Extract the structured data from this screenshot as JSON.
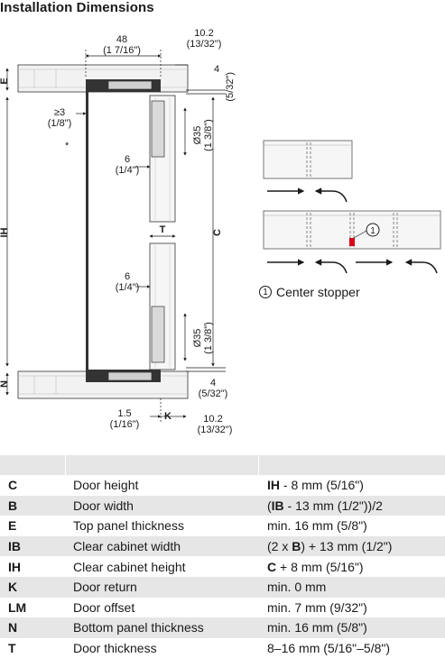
{
  "title": "Installation Dimensions",
  "diagram": {
    "dim_48": "48",
    "dim_48_in": "(1 7/16\")",
    "dim_10_2_top": "10.2",
    "dim_13_32_top": "(13/32\")",
    "dim_4_top": "4",
    "dim_5_32_top": "(5/32\")",
    "dim_ge3": "≥3",
    "dim_1_8": "(1/8\")",
    "asterisk": "*",
    "dim_6_top": "6",
    "dim_1_4_top": "(1/4\")",
    "dim_35_top": "Ø35",
    "dim_13_8_top": "(1 3/8\")",
    "label_E": "E",
    "label_IH": "IH",
    "label_T": "T",
    "label_C": "C",
    "label_N": "N",
    "dim_6_bot": "6",
    "dim_1_4_bot": "(1/4\")",
    "dim_35_bot": "Ø35",
    "dim_13_8_bot": "(1 3/8\")",
    "dim_4_bot": "4",
    "dim_5_32_bot": "(5/32\")",
    "dim_1_5": "1.5",
    "dim_1_16": "(1/16\")",
    "label_K": "K",
    "dim_10_2_bot": "10.2",
    "dim_13_32_bot": "(13/32\")",
    "callout_1": "1"
  },
  "legend": {
    "number": "1",
    "text": "Center stopper"
  },
  "colors": {
    "stopper": "#d6001c",
    "panel_fill": "#f2f2f2",
    "table_shade": "#e6e6e6"
  },
  "table": {
    "rows": [
      {
        "code": "C",
        "desc": "Door height",
        "spec": [
          {
            "b": "IH"
          },
          {
            "t": " - 8 mm (5/16\")"
          }
        ]
      },
      {
        "code": "B",
        "desc": "Door width",
        "spec": [
          {
            "t": "("
          },
          {
            "b": "IB"
          },
          {
            "t": " - 13 mm (1/2\"))/2"
          }
        ]
      },
      {
        "code": "E",
        "desc": "Top panel thickness",
        "spec": [
          {
            "t": "min. 16 mm (5/8\")"
          }
        ]
      },
      {
        "code": "IB",
        "desc": "Clear cabinet width",
        "spec": [
          {
            "t": "(2 x "
          },
          {
            "b": "B"
          },
          {
            "t": ") + 13 mm (1/2\")"
          }
        ]
      },
      {
        "code": "IH",
        "desc": "Clear cabinet height",
        "spec": [
          {
            "b": "C"
          },
          {
            "t": " + 8 mm (5/16\")"
          }
        ]
      },
      {
        "code": "K",
        "desc": "Door return",
        "spec": [
          {
            "t": "min. 0 mm"
          }
        ]
      },
      {
        "code": "LM",
        "desc": "Door offset",
        "spec": [
          {
            "t": "min. 7 mm (9/32\")"
          }
        ]
      },
      {
        "code": "N",
        "desc": "Bottom panel thickness",
        "spec": [
          {
            "t": "min. 16 mm (5/8\")"
          }
        ]
      },
      {
        "code": "T",
        "desc": "Door thickness",
        "spec": [
          {
            "t": "8–16 mm (5/16\"–5/8\")"
          }
        ]
      }
    ]
  }
}
